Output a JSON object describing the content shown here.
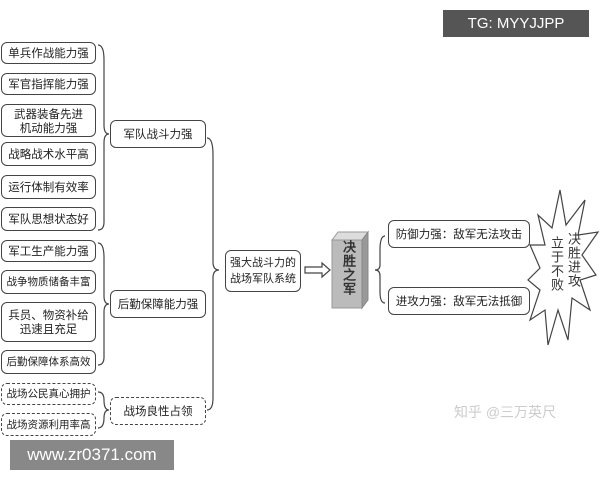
{
  "watermarks": {
    "top": "TG: MYYJJPP",
    "bottom": "www.zr0371.com",
    "zhihu": "知乎 @三万英尺"
  },
  "left_items": [
    "单兵作战能力强",
    "军官指挥能力强",
    "武器装备先进\n机动能力强",
    "战略战术水平高",
    "运行体制有效率",
    "军队思想状态好",
    "军工生产能力强",
    "战争物质储备丰富",
    "兵员、物资补给\n迅速且充足",
    "后勤保障体系高效",
    "战场公民真心拥护",
    "战场资源利用率高"
  ],
  "middle": [
    "军队战斗力强",
    "后勤保障能力强",
    "战场良性占领"
  ],
  "center": "强大战斗力的\n战场军队系统",
  "block": "决胜之军",
  "right": [
    "防御力强：敌军无法攻击",
    "进攻力强：敌军无法抵御"
  ],
  "burst": {
    "col1": "决胜进攻",
    "col2": "立于不败"
  }
}
